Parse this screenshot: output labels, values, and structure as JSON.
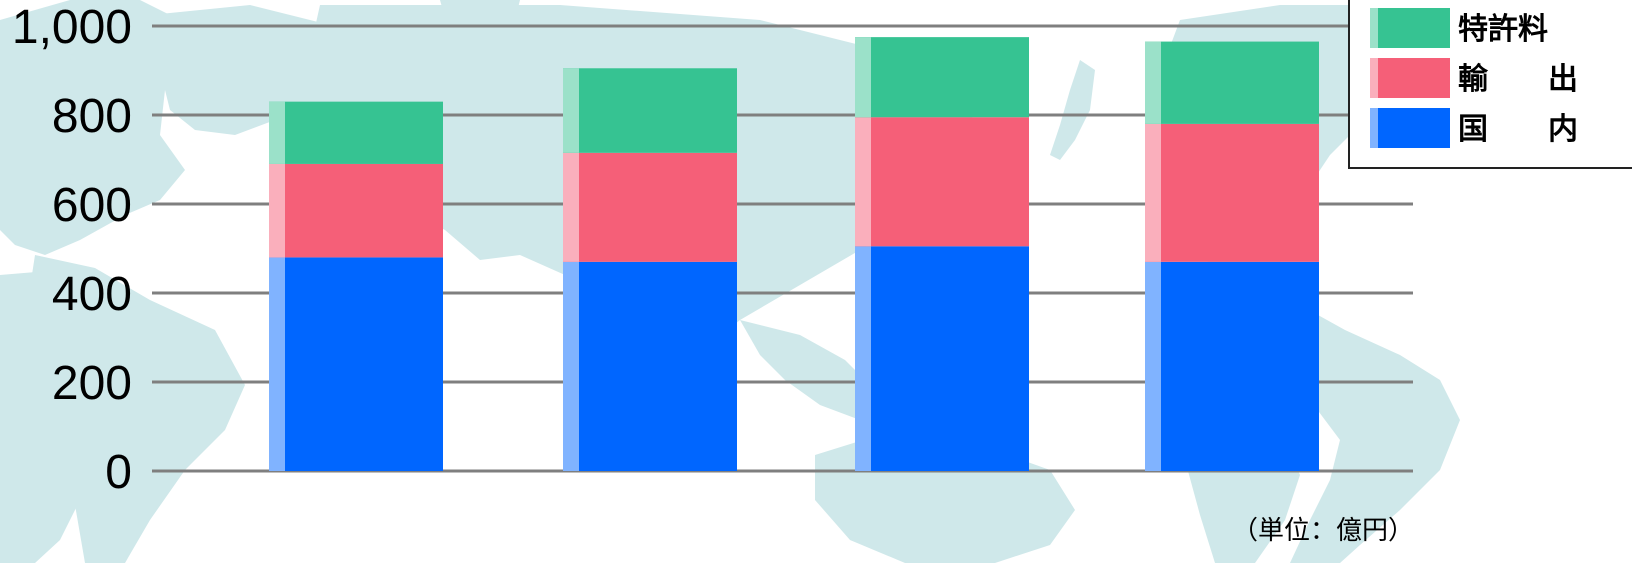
{
  "chart_data": {
    "type": "bar",
    "stacked": true,
    "categories": [
      "",
      "",
      "",
      ""
    ],
    "series": [
      {
        "name": "国　　内",
        "color": "#0066ff",
        "values": [
          480,
          470,
          505,
          470
        ]
      },
      {
        "name": "輸　　出",
        "color": "#f55f78",
        "values": [
          210,
          245,
          290,
          310
        ]
      },
      {
        "name": "特許料",
        "color": "#36c392",
        "values": [
          140,
          190,
          180,
          185
        ]
      }
    ],
    "y_ticks": [
      "0",
      "200",
      "400",
      "600",
      "800",
      "1,000"
    ],
    "ylim": [
      0,
      1000
    ],
    "grid": true,
    "legend_position": "top-right",
    "unit_note": "（単位：億円）",
    "background": "world-map",
    "map_color": "#cfe8ea"
  }
}
